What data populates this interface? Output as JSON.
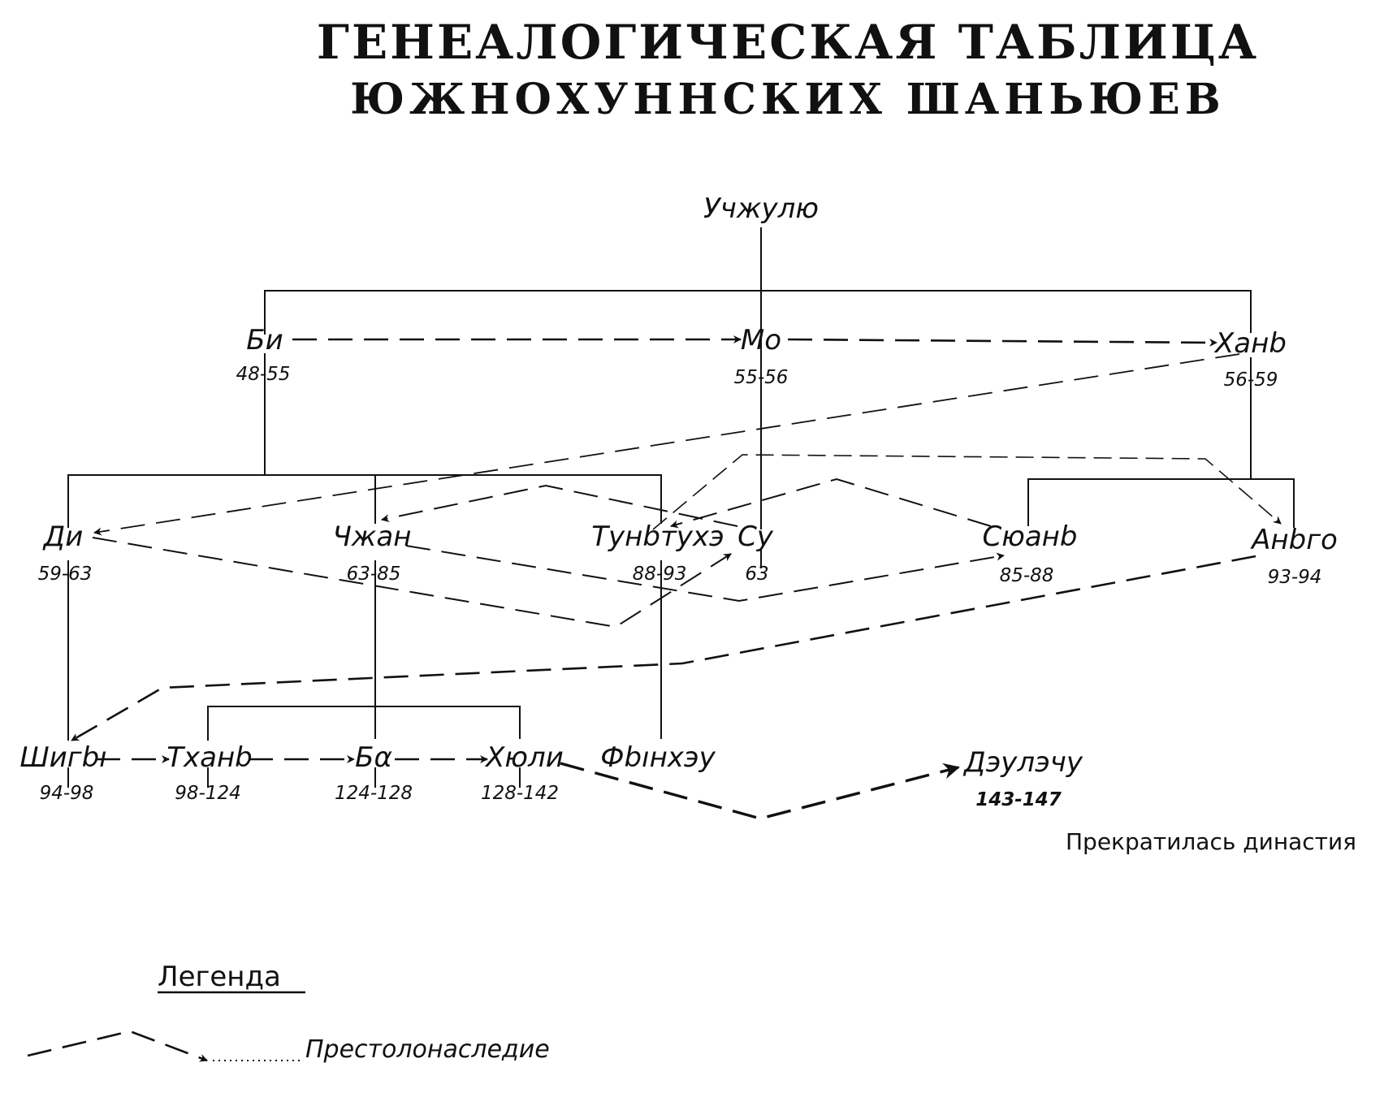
{
  "title": {
    "line1": "ГЕНЕАЛОГИЧЕСКАЯ ТАБЛИЦА",
    "line2": "ЮЖНОХУННСКИХ ШАНЬЮЕВ"
  },
  "persons": {
    "uchzhulyu": {
      "name": "Учжулю"
    },
    "bi": {
      "name": "Би",
      "years": "48-55"
    },
    "mo": {
      "name": "Мо",
      "years": "55-56"
    },
    "han": {
      "name": "Ханb",
      "years": "56-59"
    },
    "di": {
      "name": "Ди",
      "years": "59-63"
    },
    "chzhan": {
      "name": "Чжан",
      "years": "63-85"
    },
    "tuntuhe": {
      "name": "Тунbтухэ",
      "years": "88-93"
    },
    "su": {
      "name": "Су",
      "years": "63"
    },
    "syuan": {
      "name": "Сюанb",
      "years": "85-88"
    },
    "angu": {
      "name": "Анbго",
      "years": "93-94"
    },
    "shigy": {
      "name": "Шигbı",
      "years": "94-98"
    },
    "than": {
      "name": "Тханb",
      "years": "98-124"
    },
    "ba": {
      "name": "Бα",
      "years": "124-128"
    },
    "hyuli": {
      "name": "Хюли",
      "years": "128-142"
    },
    "fynheu": {
      "name": "Фbıнхэу"
    },
    "deulechu": {
      "name": "Дэулэчу",
      "years": "143-147"
    }
  },
  "note": "Прекратилась династия",
  "legend": {
    "title": "Легенда",
    "succession_label": "Престолонаследие"
  },
  "succession": [
    [
      "bi",
      "mo"
    ],
    [
      "mo",
      "han"
    ],
    [
      "han",
      "di"
    ],
    [
      "di",
      "su"
    ],
    [
      "su",
      "chzhan"
    ],
    [
      "chzhan",
      "syuan"
    ],
    [
      "syuan",
      "tuntuhe"
    ],
    [
      "tuntuhe",
      "angu"
    ],
    [
      "angu",
      "shigy"
    ],
    [
      "shigy",
      "than"
    ],
    [
      "than",
      "ba"
    ],
    [
      "ba",
      "hyuli"
    ],
    [
      "hyuli",
      "deulechu"
    ]
  ]
}
